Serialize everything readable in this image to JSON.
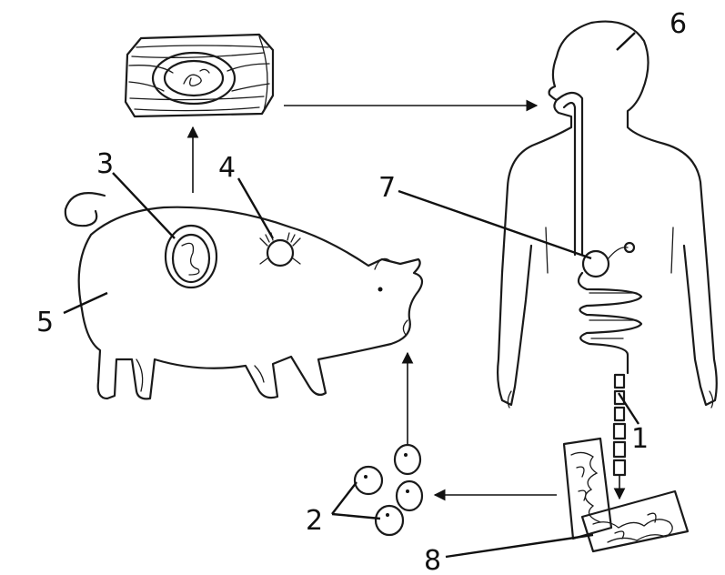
{
  "diagram": {
    "labels": [
      "1",
      "2",
      "3",
      "4",
      "5",
      "6",
      "7",
      "8"
    ],
    "colors": {
      "ink": "#1a1a1a",
      "background": "#ffffff",
      "cyst_fill": "#e8e8e8"
    }
  }
}
